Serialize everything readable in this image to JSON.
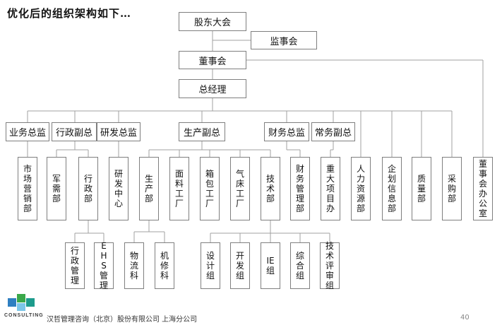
{
  "title": "优化后的组织架构如下…",
  "top": {
    "shareholders": "股东大会",
    "supervisors": "监事会",
    "board": "董事会",
    "gm": "总经理"
  },
  "directors": {
    "sales": "业务总监",
    "admin": "行政副总",
    "rd": "研发总监",
    "production": "生产副总",
    "finance": "财务总监",
    "ops": "常务副总"
  },
  "departments": {
    "marketing": "市场营销部",
    "military": "军需部",
    "administration": "行政部",
    "rd_center": "研发中心",
    "production": "生产部",
    "surface_plant": "面料工厂",
    "bag_plant": "箱包工厂",
    "aircushion_plant": "气床工厂",
    "tech": "技术部",
    "finance_mgmt": "财务管理部",
    "major_projects": "重大项目办",
    "hr": "人力资源部",
    "planning_info": "企划信息部",
    "quality": "质量部",
    "procurement": "采购部",
    "board_office": "董事会办公室"
  },
  "subunits": {
    "admin_mgmt": "行政管理",
    "ehs_mgmt": "EHS管理",
    "logistics": "物流科",
    "maintenance": "机修科",
    "design": "设计组",
    "development": "开发组",
    "ie": "IE组",
    "general": "综合组",
    "tech_review": "技术评审组"
  },
  "footer": {
    "logo_text": "CONSULTING",
    "company": "汉哲管理咨询（北京）股份有限公司 上海分公司",
    "page": "40"
  },
  "colors": {
    "line": "#9a9a9a",
    "border": "#7f7f7f"
  }
}
